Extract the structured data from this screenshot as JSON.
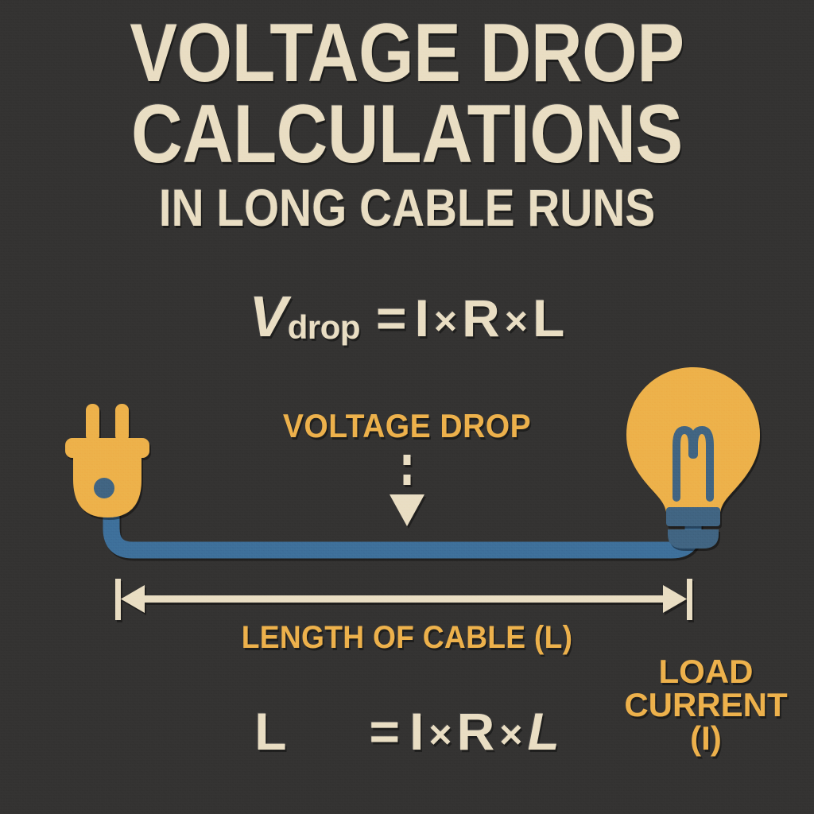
{
  "poster": {
    "background_color": "#333231",
    "cream_color": "#e9ddc2",
    "amber_color": "#edb04a",
    "cable_color": "#3d6e99",
    "bulb_base_color": "#3f6480"
  },
  "title": {
    "line1": "VOLTAGE DROP",
    "line2": "CALCULATIONS",
    "line3": "IN LONG CABLE RUNS"
  },
  "formula_top": {
    "symbol": "V",
    "subscript": "drop",
    "equals": "=",
    "term1": "I",
    "times1": "×",
    "term2": "R",
    "times2": "×",
    "term3": "L"
  },
  "formula_bottom": {
    "lead": "L",
    "equals": "=",
    "term1": "I",
    "times1": "×",
    "term2": "R",
    "times2": "×",
    "term3": "L"
  },
  "labels": {
    "voltage_drop": "VOLTAGE DROP",
    "length_of_cable": "LENGTH OF CABLE (L)",
    "load_current_line1": "LOAD",
    "load_current_line2": "CURRENT",
    "load_current_line3": "(I)"
  },
  "diagram": {
    "type": "schematic",
    "source_icon": "electrical-plug-icon",
    "load_icon": "light-bulb-icon",
    "connector": "cable-path",
    "drop_indicator": "dashed-down-arrow-icon",
    "dimension": "double-headed-dimension-arrow"
  }
}
